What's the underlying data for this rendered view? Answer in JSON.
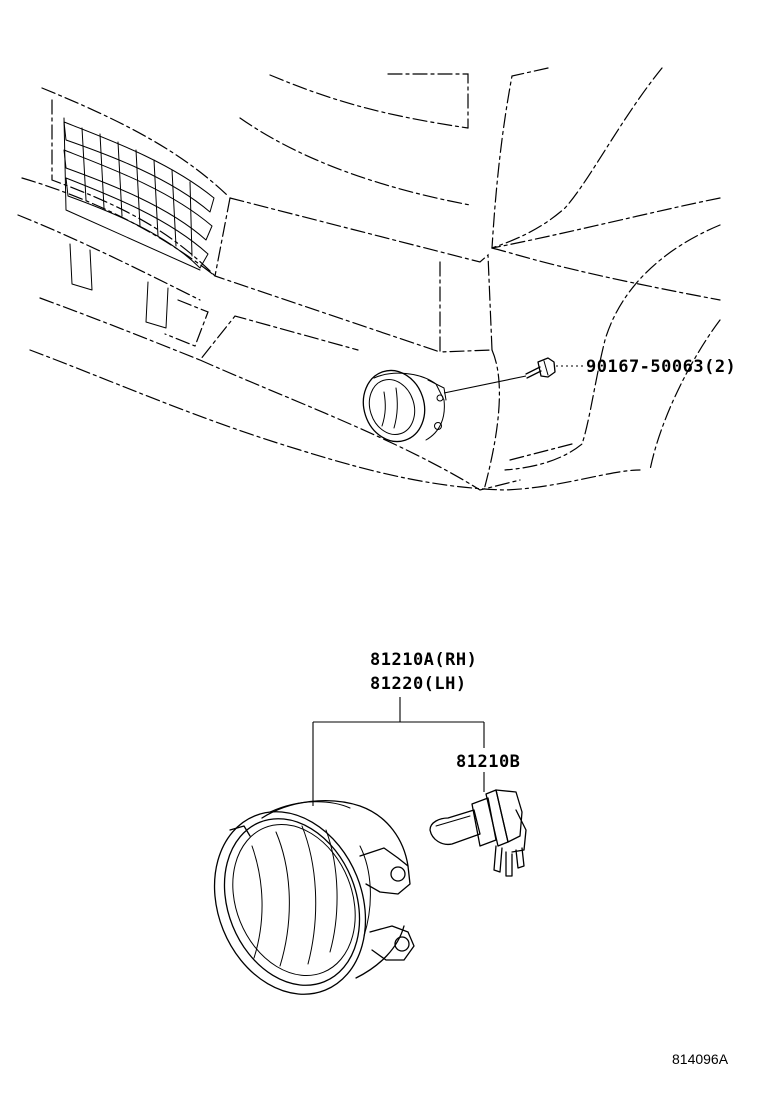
{
  "callouts": {
    "screw": "90167-50063(2)",
    "fog_lamp_rh": "81210A(RH)",
    "fog_lamp_lh": "81220(LH)",
    "bulb": "81210B"
  },
  "figure_id": "814096A",
  "icons": [
    "vehicle-front-outline",
    "fog-lamp-installed",
    "screw",
    "fog-lamp-assembly",
    "bulb-with-socket"
  ]
}
